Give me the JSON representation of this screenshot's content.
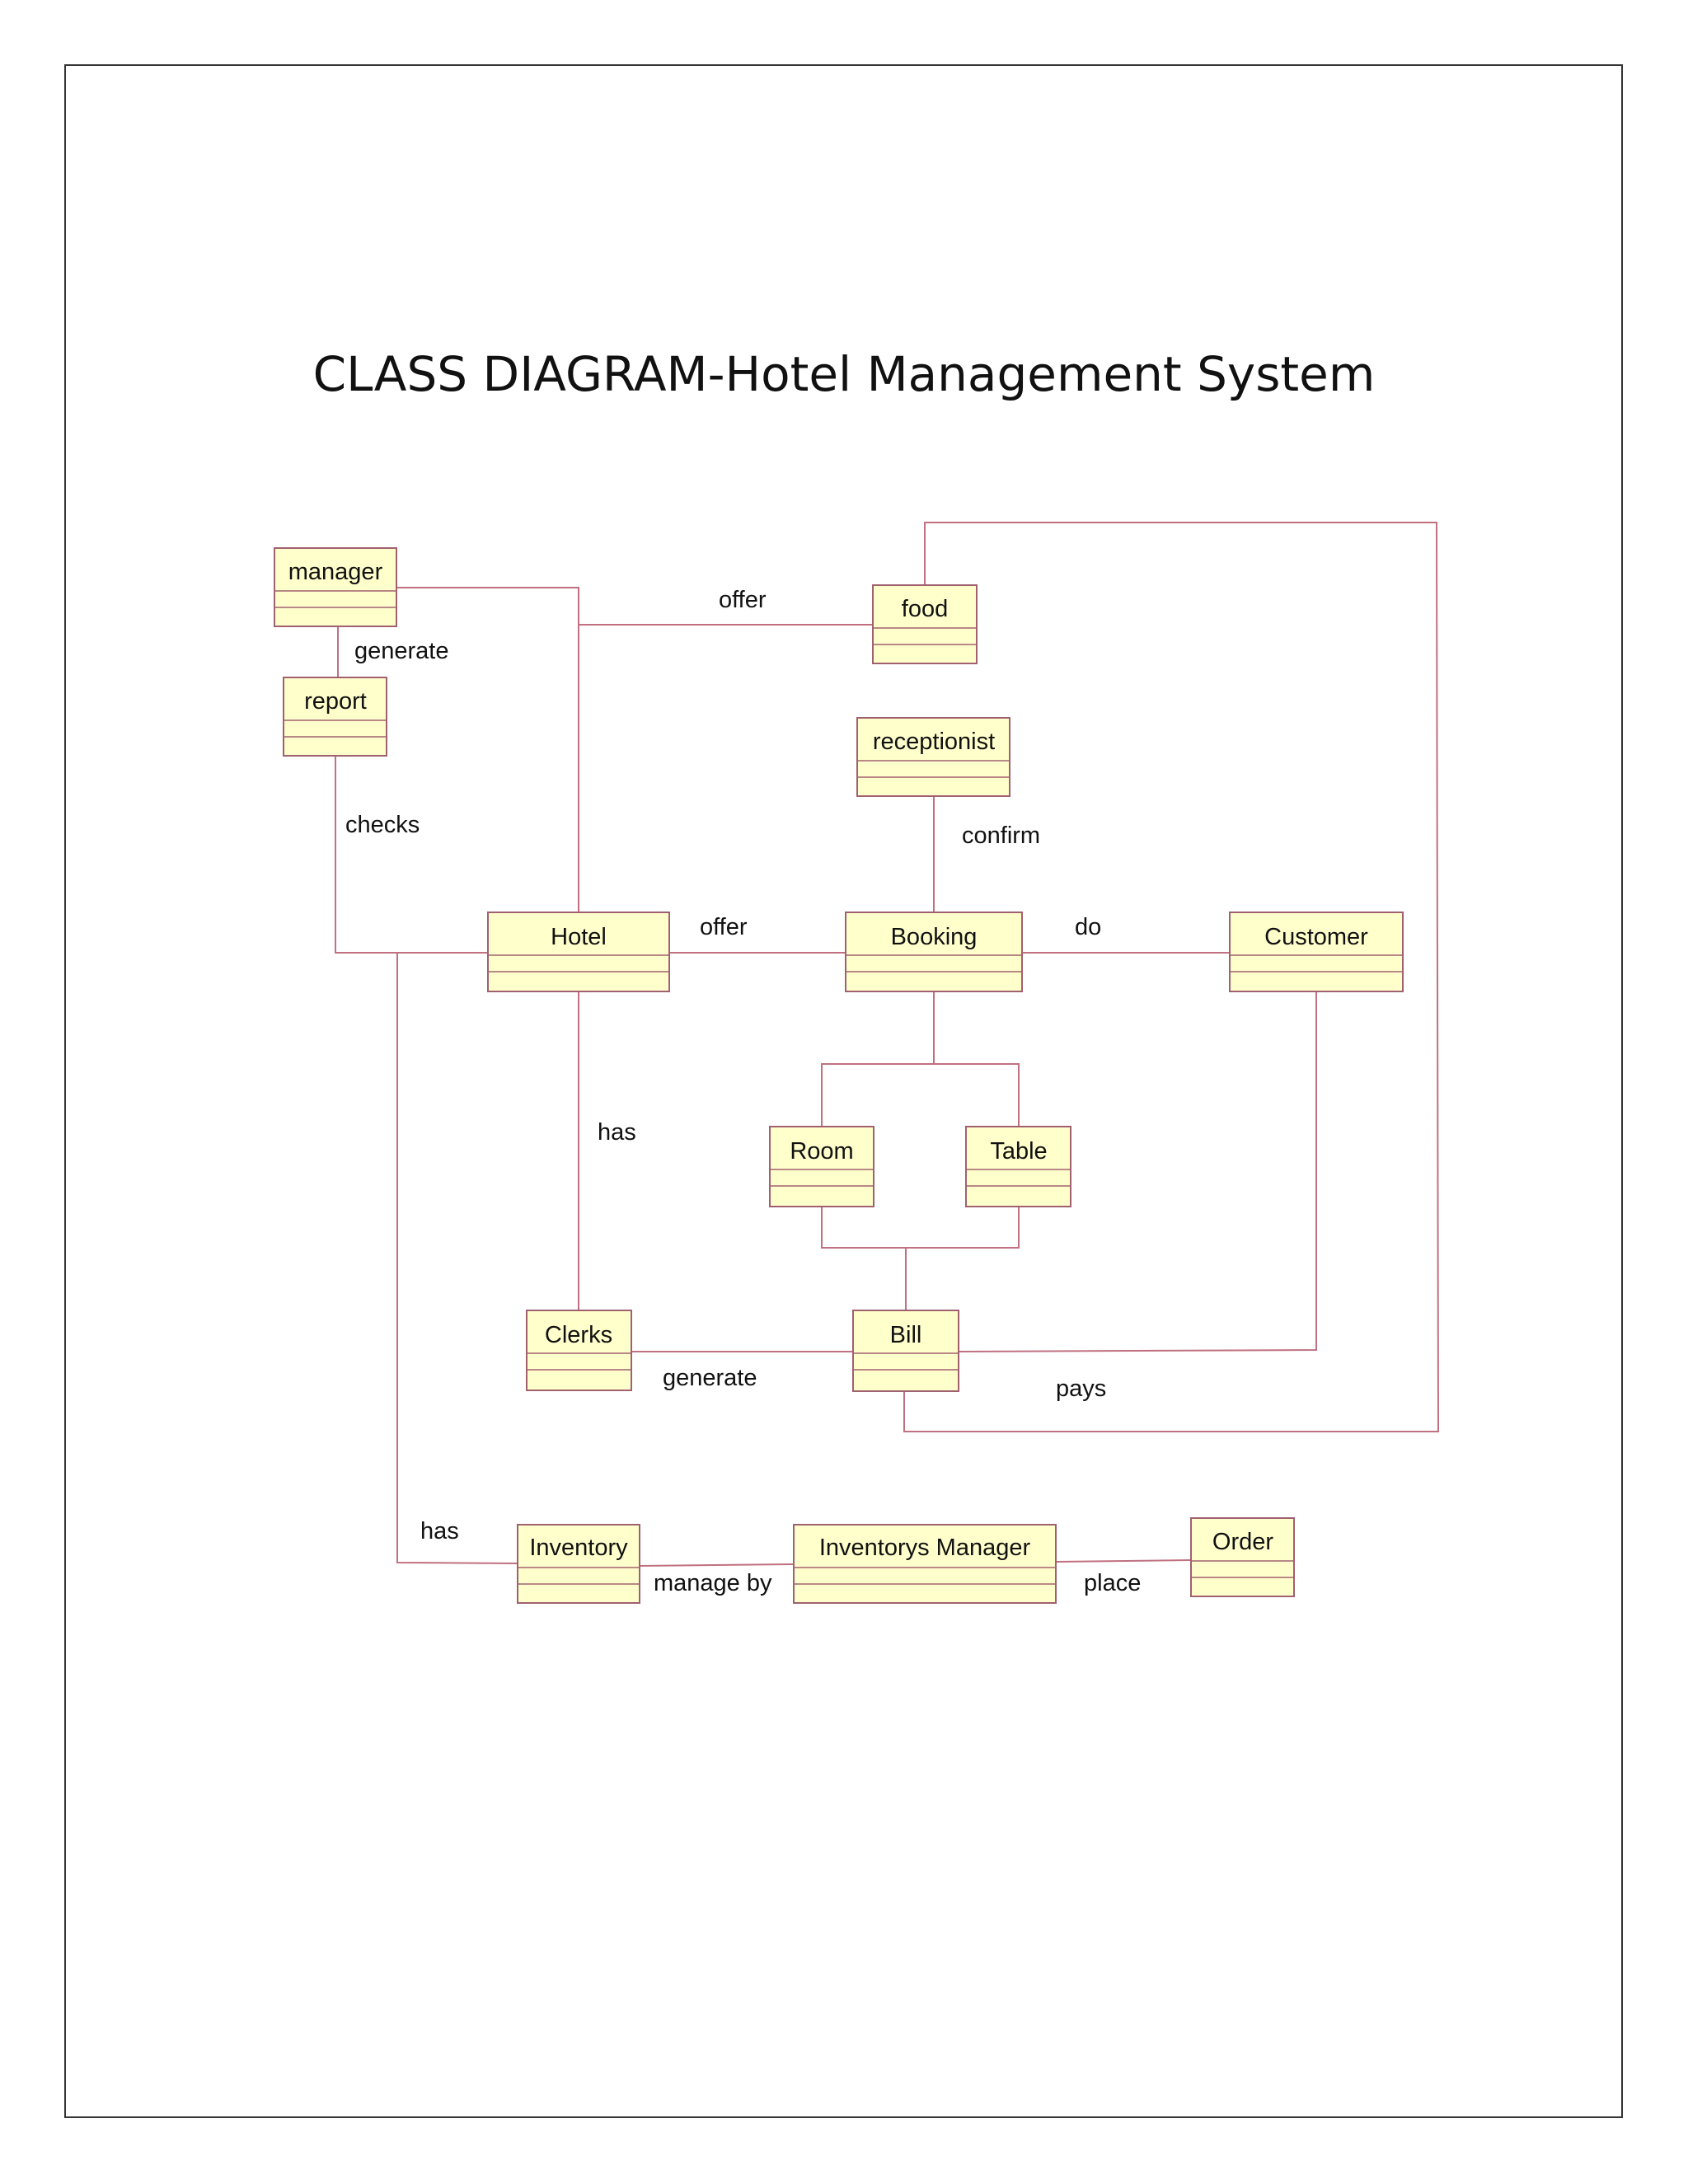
{
  "title": "CLASS DIAGRAM-Hotel Management System",
  "colors": {
    "class_fill": "#ffffcc",
    "class_border": "#a06070",
    "connector": "#c07080",
    "frame": "#333333"
  },
  "classes": {
    "manager": "manager",
    "report": "report",
    "food": "food",
    "receptionist": "receptionist",
    "hotel": "Hotel",
    "booking": "Booking",
    "customer": "Customer",
    "room": "Room",
    "table": "Table",
    "clerks": "Clerks",
    "bill": "Bill",
    "inventory": "Inventory",
    "inventorys_manager": "Inventorys Manager",
    "order": "Order"
  },
  "associations": {
    "manager_report": "generate",
    "report_hotel": "checks",
    "hotel_food": "offer",
    "receptionist_booking": "confirm",
    "hotel_booking": "offer",
    "booking_customer": "do",
    "hotel_clerks": "has",
    "clerks_bill": "generate",
    "customer_bill": "pays",
    "hotel_inventory": "has",
    "inventory_manager": "manage by",
    "manager_order": "place"
  }
}
